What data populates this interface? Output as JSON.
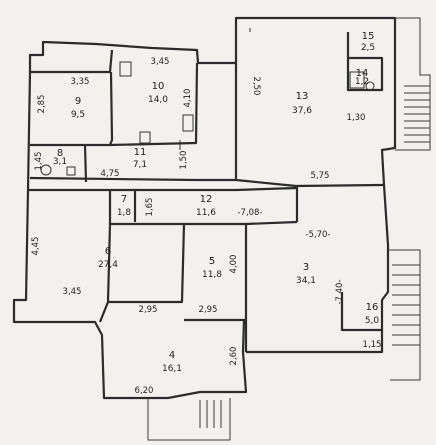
{
  "rooms": [
    {
      "id": "r10",
      "number": "10",
      "area": "14,0"
    },
    {
      "id": "r9",
      "number": "9",
      "area": "9,5"
    },
    {
      "id": "r8",
      "number": "8",
      "area": "3,1"
    },
    {
      "id": "r11",
      "number": "11",
      "area": "7,1"
    },
    {
      "id": "r7",
      "number": "7",
      "area": "1,8"
    },
    {
      "id": "r12",
      "number": "12",
      "area": "11,6"
    },
    {
      "id": "r6",
      "number": "6",
      "area": "27,4"
    },
    {
      "id": "r5",
      "number": "5",
      "area": "11,8"
    },
    {
      "id": "r4",
      "number": "4",
      "area": "16,1"
    },
    {
      "id": "r13",
      "number": "13",
      "area": "37,6"
    },
    {
      "id": "r15",
      "number": "15",
      "area": "2,5"
    },
    {
      "id": "r14",
      "number": "14",
      "area": "1,2"
    },
    {
      "id": "r3",
      "number": "3",
      "area": "34,1"
    },
    {
      "id": "r16",
      "number": "16",
      "area": "5,0"
    }
  ],
  "dimensions": [
    {
      "id": "d345a",
      "text": "3,45"
    },
    {
      "id": "d335",
      "text": "3,35"
    },
    {
      "id": "d285",
      "text": "2,85"
    },
    {
      "id": "d410",
      "text": "4,10"
    },
    {
      "id": "d145",
      "text": "1,45"
    },
    {
      "id": "d475",
      "text": "4,75"
    },
    {
      "id": "d150",
      "text": "1,50"
    },
    {
      "id": "d165",
      "text": "1,65"
    },
    {
      "id": "d708",
      "text": "-7,08-"
    },
    {
      "id": "d570",
      "text": "-5,70-"
    },
    {
      "id": "d575",
      "text": "5,75"
    },
    {
      "id": "d250",
      "text": "2,50"
    },
    {
      "id": "d130",
      "text": "1,30"
    },
    {
      "id": "d445",
      "text": "4,45"
    },
    {
      "id": "d345b",
      "text": "3,45"
    },
    {
      "id": "d295a",
      "text": "2,95"
    },
    {
      "id": "d295b",
      "text": "2,95"
    },
    {
      "id": "d400",
      "text": "4,00"
    },
    {
      "id": "d740",
      "text": "-7,40-"
    },
    {
      "id": "d260",
      "text": "2,60"
    },
    {
      "id": "d620",
      "text": "6,20"
    },
    {
      "id": "d115",
      "text": "1,15"
    }
  ]
}
